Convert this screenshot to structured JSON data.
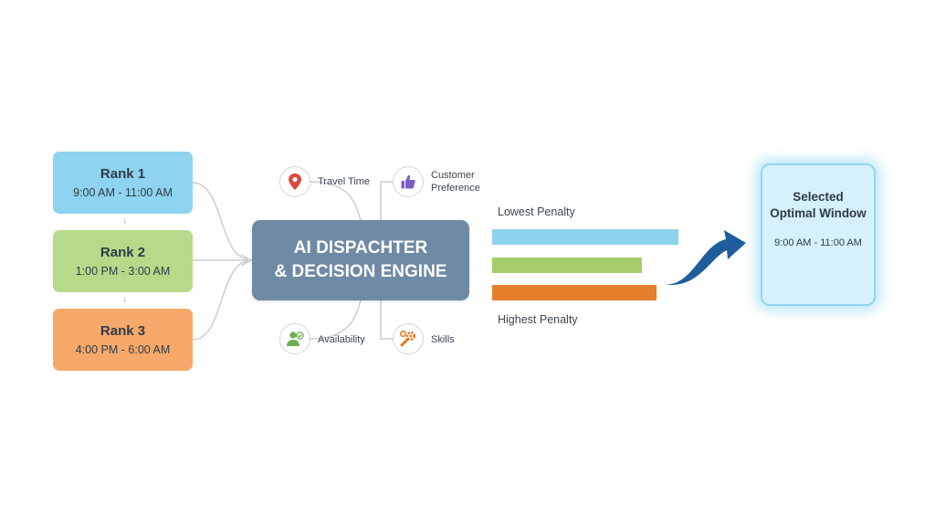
{
  "ranks": [
    {
      "title": "Rank 1",
      "time": "9:00 AM - 11:00 AM",
      "color": "#8ed3f0"
    },
    {
      "title": "Rank 2",
      "time": "1:00 PM - 3:00 AM",
      "color": "#b6da8a"
    },
    {
      "title": "Rank 3",
      "time": "4:00 PM - 6:00 AM",
      "color": "#f6a96a"
    }
  ],
  "engine": {
    "line1": "AI DISPACHTER",
    "line2": "& DECISION ENGINE",
    "color": "#6f8aa4"
  },
  "factors": [
    {
      "label": "Travel Time",
      "icon": "map-pin-icon"
    },
    {
      "label_line1": "Customer",
      "label_line2": "Preference",
      "icon": "thumbs-up-icon"
    },
    {
      "label": "Availability",
      "icon": "user-check-icon"
    },
    {
      "label": "Skills",
      "icon": "wrench-gear-icon"
    }
  ],
  "penalty": {
    "top_label": "Lowest Penalty",
    "bottom_label": "Highest Penalty",
    "bar_colors": [
      "#8ed3ee",
      "#a6cc6c",
      "#e57f2c"
    ]
  },
  "selected": {
    "title_line1": "Selected",
    "title_line2": "Optimal Window",
    "time": "9:00 AM - 11:00 AM",
    "color": "#d6f1fb"
  },
  "arrow_color": "#1d5d9c"
}
